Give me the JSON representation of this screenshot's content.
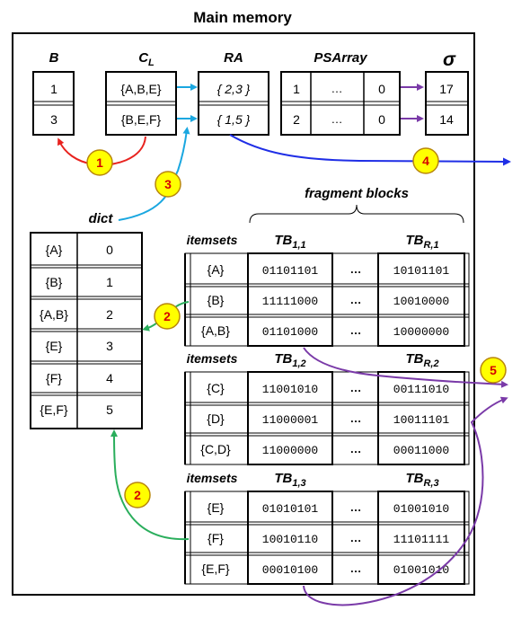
{
  "title": "Main memory",
  "top": {
    "headers": {
      "b": "B",
      "cl_base": "C",
      "cl_sub": "L",
      "ra": "RA",
      "psarray": "PSArray",
      "sigma": "σ"
    },
    "b_values": [
      "1",
      "3"
    ],
    "cl_values": [
      "{A,B,E}",
      "{B,E,F}"
    ],
    "ra_values": [
      "{ 2,3 }",
      "{ 1,5 }"
    ],
    "psarray_rows": [
      {
        "first": "1",
        "dots": "…",
        "last": "0"
      },
      {
        "first": "2",
        "dots": "…",
        "last": "0"
      }
    ],
    "sigma_values": [
      "17",
      "14"
    ]
  },
  "dict": {
    "label": "dict",
    "rows": [
      {
        "itemset": "{A}",
        "id": "0"
      },
      {
        "itemset": "{B}",
        "id": "1"
      },
      {
        "itemset": "{A,B}",
        "id": "2"
      },
      {
        "itemset": "{E}",
        "id": "3"
      },
      {
        "itemset": "{F}",
        "id": "4"
      },
      {
        "itemset": "{E,F}",
        "id": "5"
      }
    ]
  },
  "fragment_blocks_label": "fragment blocks",
  "blocks": [
    {
      "itemsets_label": "itemsets",
      "tb1_base": "TB",
      "tb1_sub": "1,1",
      "tbr_base": "TB",
      "tbr_sub": "R,1",
      "rows": [
        {
          "itemset": "{A}",
          "tb1": "01101101",
          "dots": "…",
          "tbr": "10101101"
        },
        {
          "itemset": "{B}",
          "tb1": "11111000",
          "dots": "…",
          "tbr": "10010000"
        },
        {
          "itemset": "{A,B}",
          "tb1": "01101000",
          "dots": "…",
          "tbr": "10000000"
        }
      ]
    },
    {
      "itemsets_label": "itemsets",
      "tb1_base": "TB",
      "tb1_sub": "1,2",
      "tbr_base": "TB",
      "tbr_sub": "R,2",
      "rows": [
        {
          "itemset": "{C}",
          "tb1": "11001010",
          "dots": "…",
          "tbr": "00111010"
        },
        {
          "itemset": "{D}",
          "tb1": "11000001",
          "dots": "…",
          "tbr": "10011101"
        },
        {
          "itemset": "{C,D}",
          "tb1": "11000000",
          "dots": "…",
          "tbr": "00011000"
        }
      ]
    },
    {
      "itemsets_label": "itemsets",
      "tb1_base": "TB",
      "tb1_sub": "1,3",
      "tbr_base": "TB",
      "tbr_sub": "R,3",
      "rows": [
        {
          "itemset": "{E}",
          "tb1": "01010101",
          "dots": "…",
          "tbr": "01001010"
        },
        {
          "itemset": "{F}",
          "tb1": "10010110",
          "dots": "…",
          "tbr": "11101111"
        },
        {
          "itemset": "{E,F}",
          "tb1": "00010100",
          "dots": "…",
          "tbr": "01001010"
        }
      ]
    }
  ],
  "step_markers": [
    "1",
    "2",
    "2",
    "3",
    "4",
    "5"
  ],
  "colors": {
    "step1": "#e8231f",
    "step3": "#1aa7e0",
    "step4": "#1f2ee6",
    "step2": "#2aae5c",
    "step5": "#7a3aa8",
    "psarray_to_sigma": "#7a3aa8",
    "marker_fill": "#ffff00",
    "marker_stroke": "#b8860b",
    "marker_text": "#d40000"
  }
}
